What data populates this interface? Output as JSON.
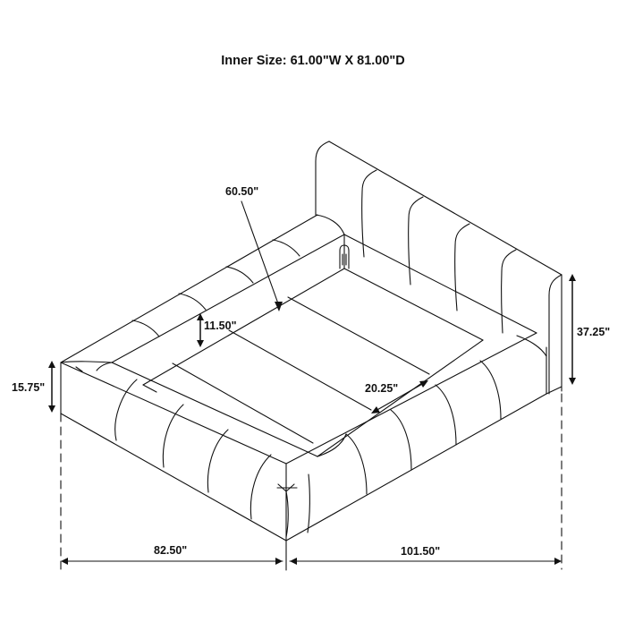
{
  "title": "Inner Size: 61.00\"W X 81.00\"D",
  "product": "Upholstered channel-tufted platform bed (line drawing)",
  "dimensions": {
    "headboard_height": "37.25\"",
    "footboard_height": "15.75\"",
    "rail_height_inner": "11.50\"",
    "inner_width_arrow": "60.50\"",
    "rail_width": "20.25\"",
    "overall_width": "82.50\"",
    "overall_length": "101.50\""
  },
  "colors": {
    "line": "#111111",
    "background": "#ffffff"
  }
}
